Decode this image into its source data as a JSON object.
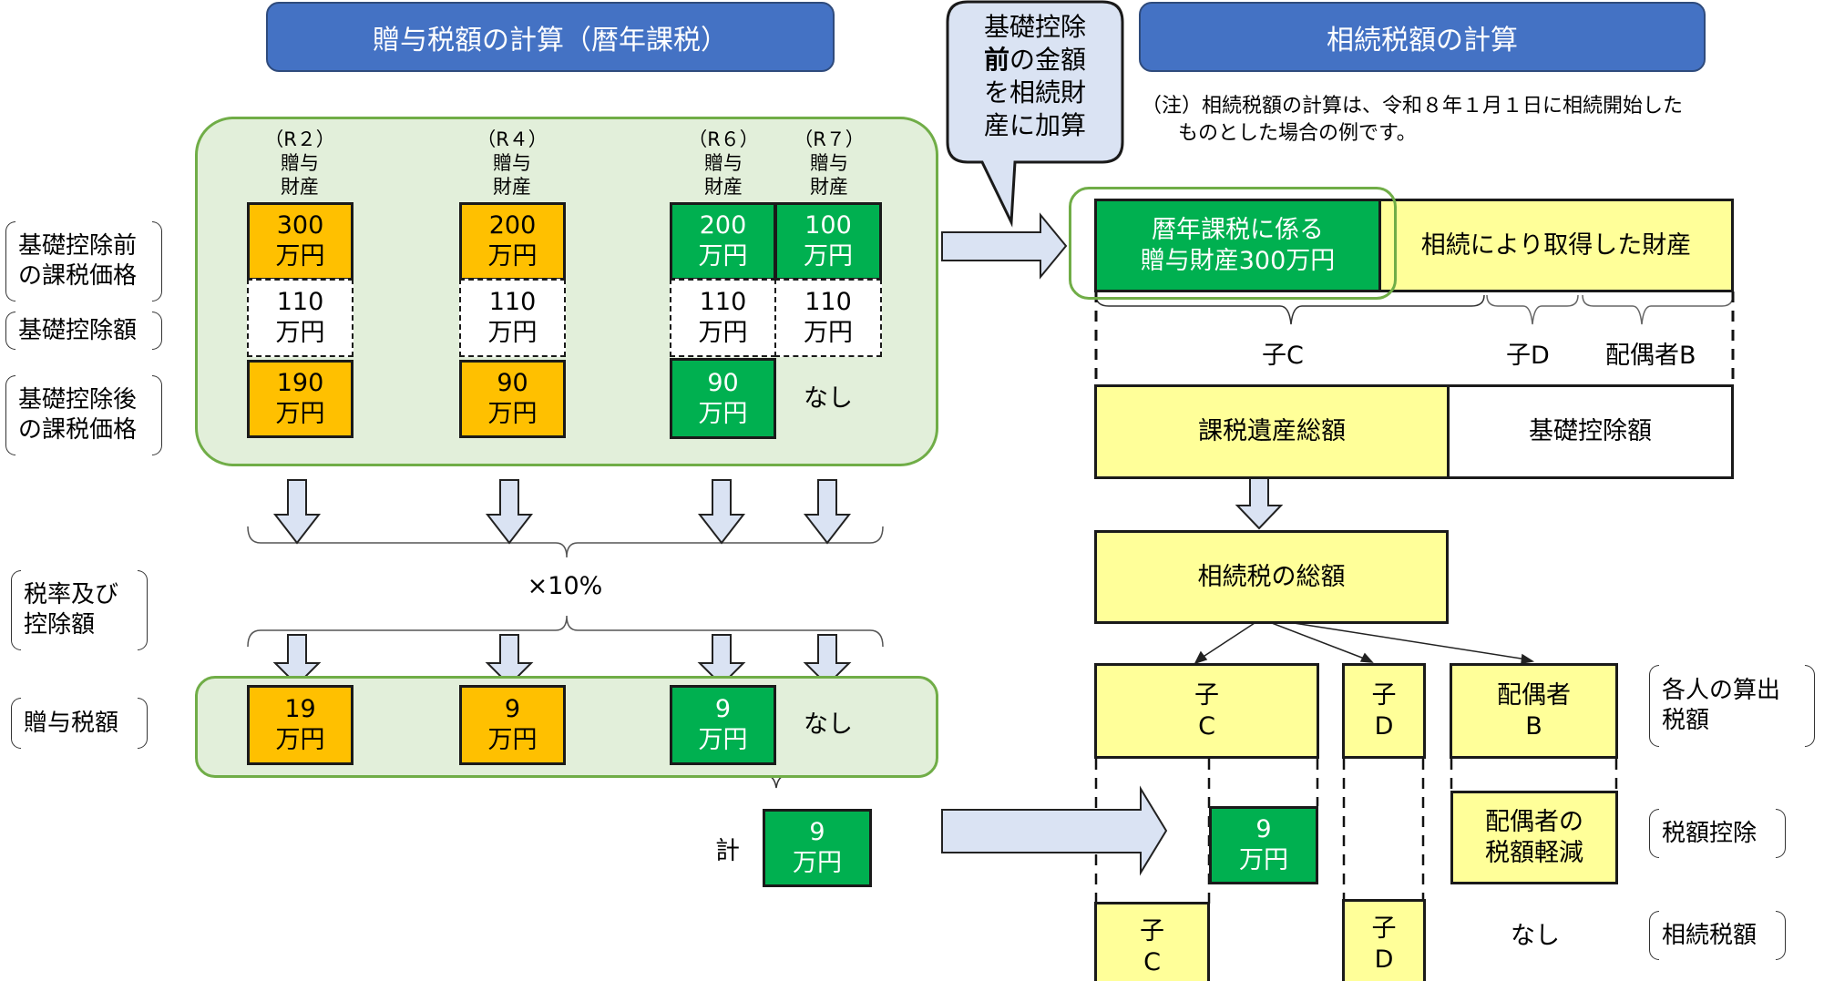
{
  "left": {
    "header": "贈与税額の計算（暦年課税）",
    "row_labels": {
      "before": "基礎控除前\nの課税価格",
      "deduction": "基礎控除額",
      "after": "基礎控除後\nの課税価格",
      "rate": "税率及び\n控除額",
      "gift_tax": "贈与税額"
    },
    "columns": [
      {
        "year": "（R２）",
        "line1": "贈与",
        "line2": "財産",
        "before": "300\n万円",
        "deduction": "110\n万円",
        "after": "190\n万円",
        "tax": "19\n万円",
        "color": "orange"
      },
      {
        "year": "（R４）",
        "line1": "贈与",
        "line2": "財産",
        "before": "200\n万円",
        "deduction": "110\n万円",
        "after": "90\n万円",
        "tax": "9\n万円",
        "color": "orange"
      },
      {
        "year": "（R６）",
        "line1": "贈与",
        "line2": "財産",
        "before": "200\n万円",
        "deduction": "110\n万円",
        "after": "90\n万円",
        "tax": "9\n万円",
        "color": "green"
      },
      {
        "year": "（R７）",
        "line1": "贈与",
        "line2": "財産",
        "before": "100\n万円",
        "deduction": "110\n万円",
        "after": "なし",
        "tax": "なし",
        "color": "green"
      }
    ],
    "rate_text": "×10%",
    "total_label": "計",
    "total_value": "9\n万円"
  },
  "callout": "基礎控除\n前の金額\nを相続財\n産に加算",
  "callout_bold": "前",
  "right": {
    "header": "相続税額の計算",
    "note_line1": "（注）相続税額の計算は、令和８年１月１日に相続開始した",
    "note_line2": "ものとした場合の例です。",
    "gift_property": "暦年課税に係る\n贈与財産300万円",
    "inherited_property": "相続により取得した財産",
    "heirs": {
      "c": "子C",
      "d": "子D",
      "b": "配偶者B"
    },
    "taxable_total": "課税遺産総額",
    "basic_deduction": "基礎控除額",
    "total_tax": "相続税の総額",
    "calc_boxes": {
      "c": "子\nC",
      "d": "子\nD",
      "b": "配偶者\nB"
    },
    "credit_value": "9\n万円",
    "spouse_reduction": "配偶者の\n税額軽減",
    "final": {
      "c": "子\nC",
      "d": "子\nD",
      "b": "なし"
    },
    "row_labels": {
      "computed": "各人の算出\n税額",
      "credit": "税額控除",
      "inheritance_tax": "相続税額"
    }
  },
  "colors": {
    "header_blue": "#4472C4",
    "orange": "#FFC000",
    "green": "#00B050",
    "yellow": "#FFFF99",
    "container_green": "#E2EFDA",
    "container_border": "#70AD47",
    "arrow_fill": "#DAE3F3"
  }
}
